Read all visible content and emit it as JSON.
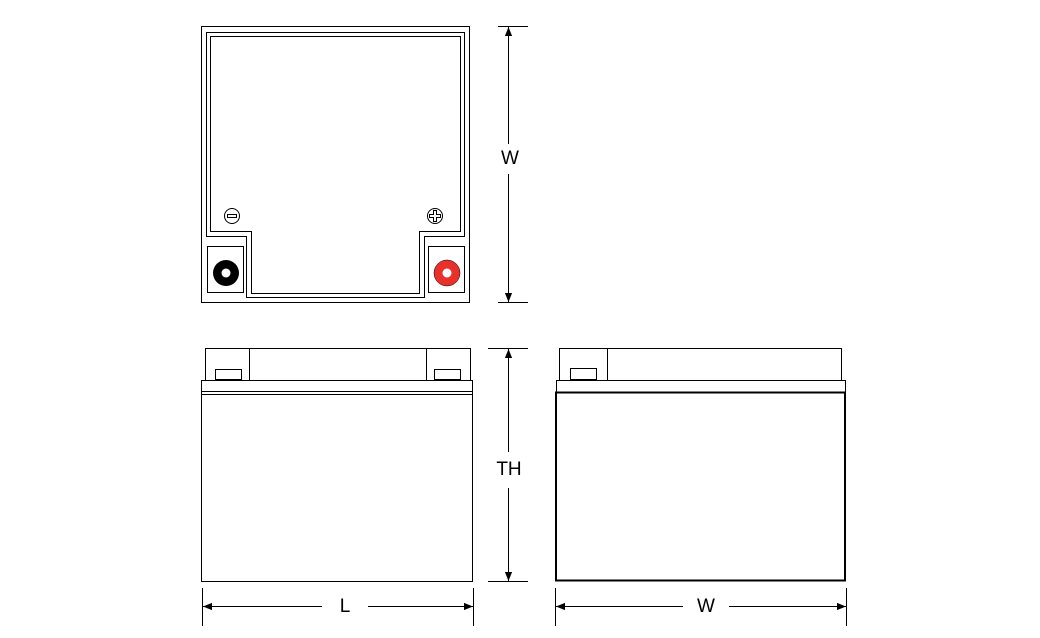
{
  "labels": {
    "top_width": "W",
    "total_height": "TH",
    "length": "L",
    "side_width": "W"
  },
  "terminals": {
    "negative": {
      "symbol": "minus",
      "color": "#000000"
    },
    "positive": {
      "symbol": "plus",
      "color": "#e8312a"
    }
  }
}
